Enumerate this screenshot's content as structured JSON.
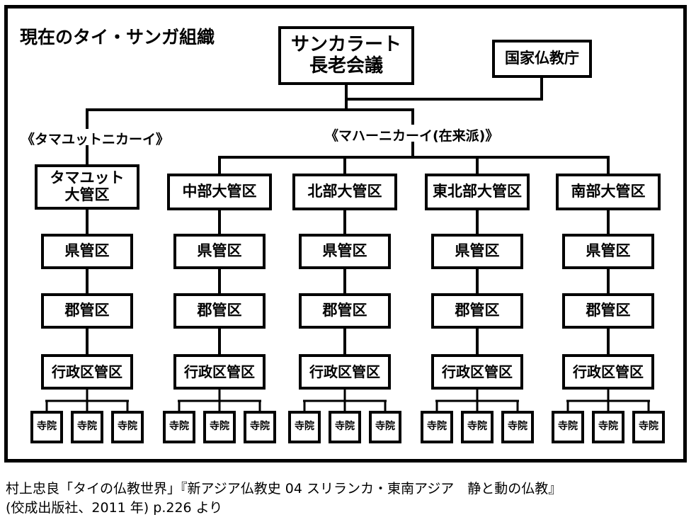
{
  "title": "現在のタイ・サンガ組織",
  "top": {
    "council": "サンカラート\n長老会議",
    "office": "国家仏教庁"
  },
  "sects": {
    "left": "《タマユットニカーイ》",
    "right": "《マハーニカーイ(在来派)》"
  },
  "columns": [
    {
      "region": "タマユット\n大管区"
    },
    {
      "region": "中部大管区"
    },
    {
      "region": "北部大管区"
    },
    {
      "region": "東北部大管区"
    },
    {
      "region": "南部大管区"
    }
  ],
  "levels": {
    "prefecture": "県管区",
    "district": "郡管区",
    "admin": "行政区管区",
    "temple": "寺院"
  },
  "citation": {
    "line1": "村上忠良「タイの仏教世界」『新アジア仏教史 04 スリランカ・東南アジア　静と動の仏教』",
    "line2": "(佼成出版社、2011 年) p.226 より"
  }
}
